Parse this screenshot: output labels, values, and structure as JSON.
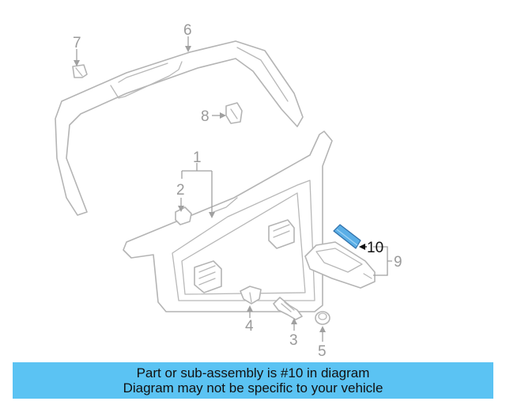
{
  "diagram": {
    "callouts": [
      {
        "number": "1"
      },
      {
        "number": "2"
      },
      {
        "number": "3"
      },
      {
        "number": "4"
      },
      {
        "number": "5"
      },
      {
        "number": "6"
      },
      {
        "number": "7"
      },
      {
        "number": "8"
      },
      {
        "number": "9"
      },
      {
        "number": "10"
      }
    ],
    "highlighted_part": "10",
    "colors": {
      "highlight": "#5aaee6",
      "banner": "#5bc3f3",
      "line_art": "#b4b4b4"
    }
  },
  "banner": {
    "line1": "Part or sub-assembly is #10 in diagram",
    "line2": "Diagram may not be specific to your vehicle"
  }
}
